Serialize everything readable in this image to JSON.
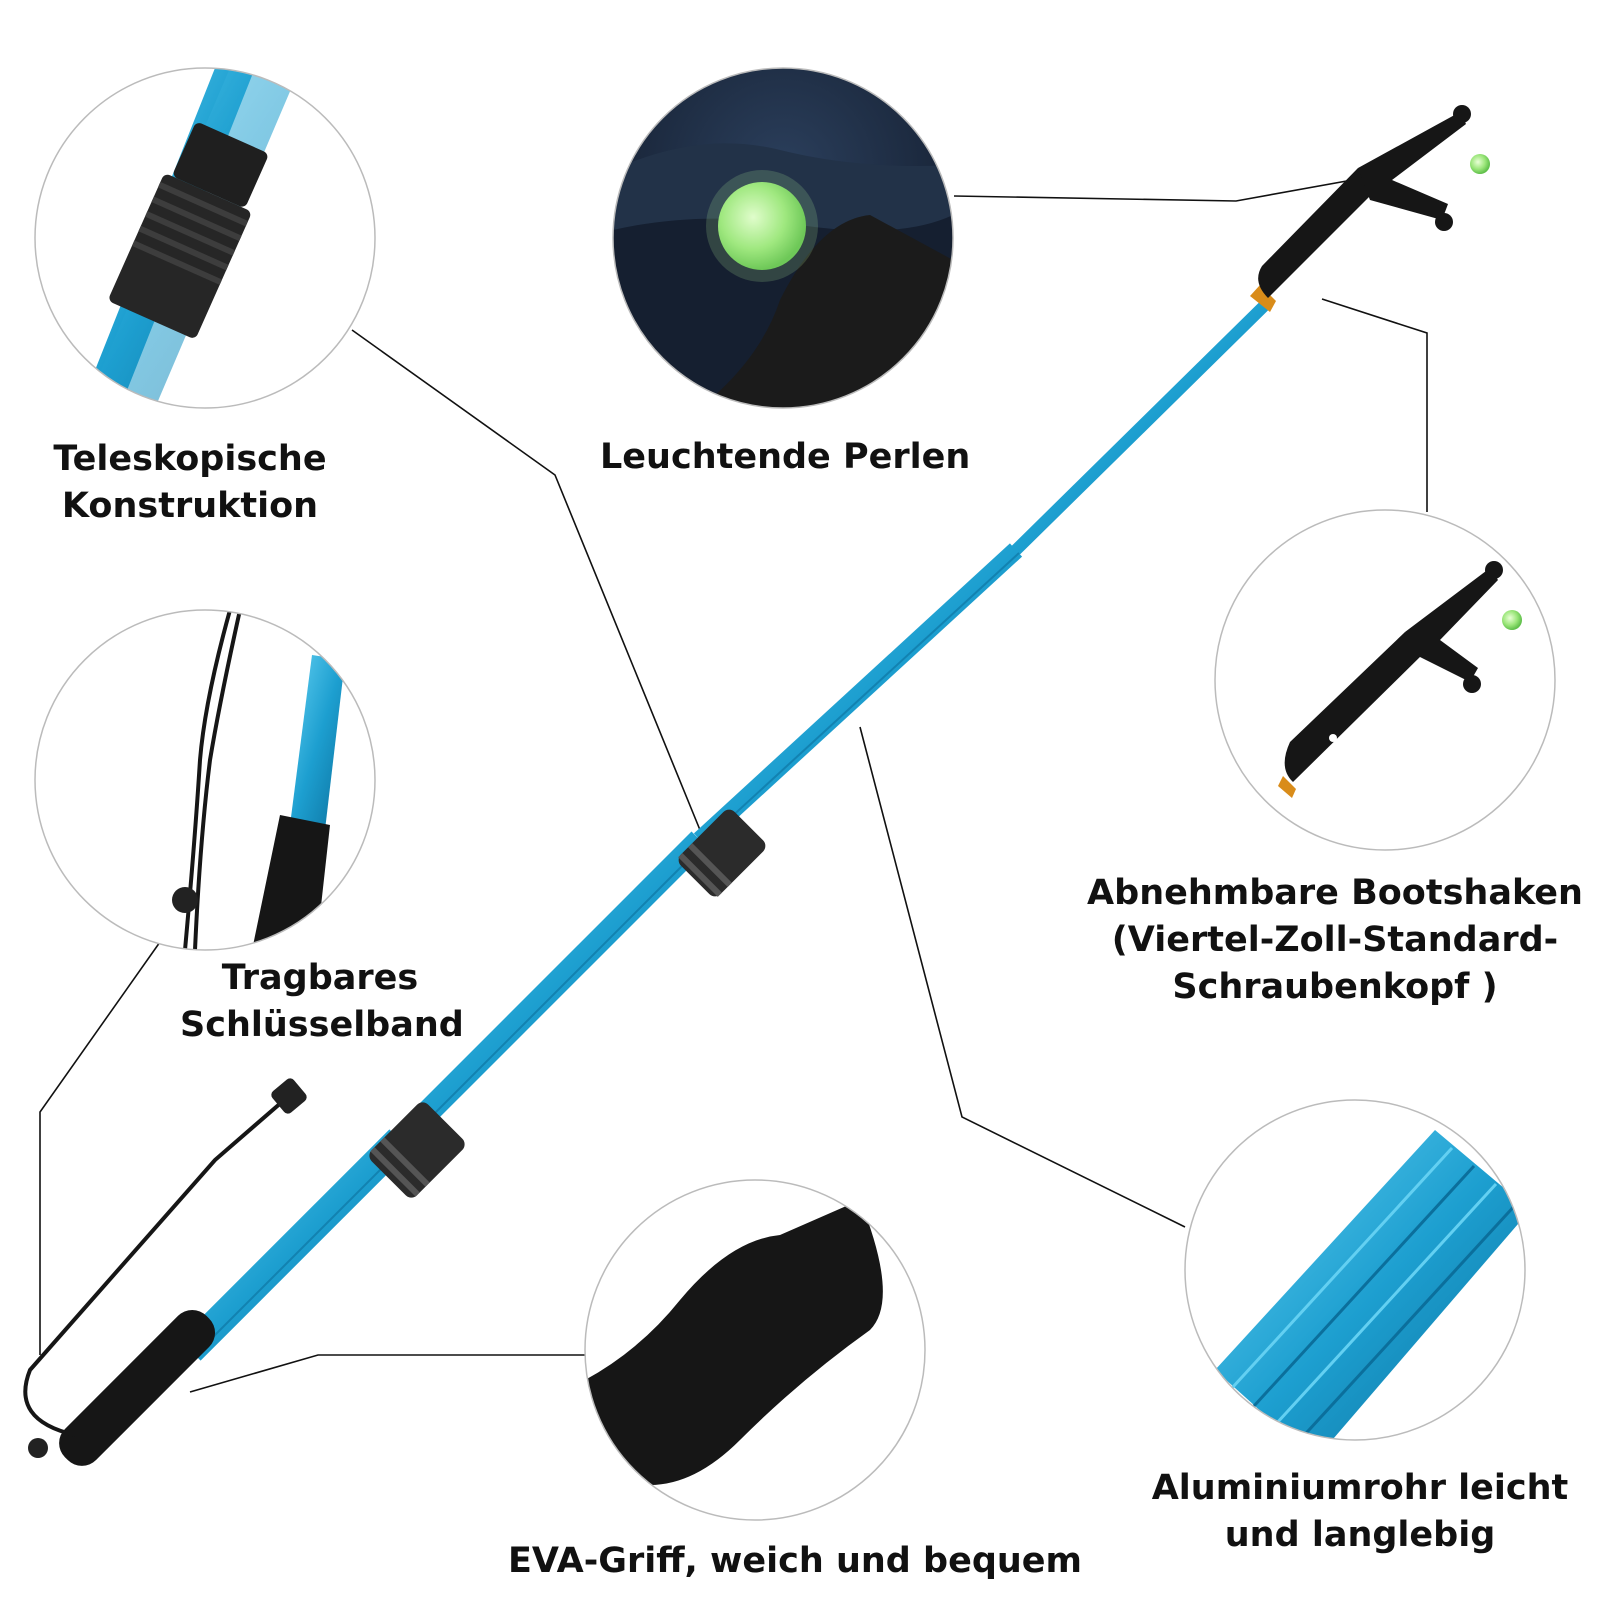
{
  "features": {
    "telescopic": {
      "line1": "Teleskopische",
      "line2": "Konstruktion"
    },
    "glow": {
      "line1": "Leuchtende Perlen"
    },
    "lanyard": {
      "line1": "Tragbares",
      "line2": "Schlüsselband"
    },
    "hook": {
      "line1": "Abnehmbare Bootshaken",
      "line2": "(Viertel-Zoll-Standard-",
      "line3": "Schraubenkopf )"
    },
    "aluminium": {
      "line1": "Aluminiumrohr leicht",
      "line2": "und langlebig"
    },
    "grip": {
      "line1": "EVA-Griff, weich und bequem"
    }
  },
  "colors": {
    "tube": "#1d9fd0",
    "tube_light": "#63d0f2",
    "tube_dark": "#0b6f9c",
    "foam": "#161616",
    "glow_bead": "#b6f59a",
    "brass": "#d98c1a",
    "night_sky": "#1a2c45"
  },
  "icons": [
    "telescopic-joint-icon",
    "glow-bead-icon",
    "lanyard-icon",
    "boat-hook-icon",
    "aluminium-tube-icon",
    "foam-grip-icon"
  ]
}
